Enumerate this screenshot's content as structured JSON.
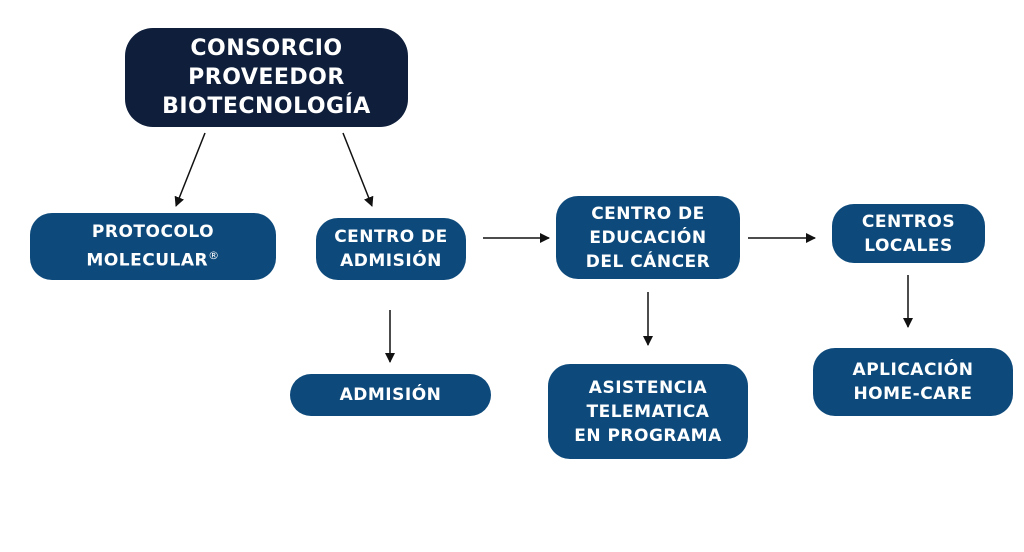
{
  "nodes": {
    "root": "CONSORCIO\nPROVEEDOR\nBIOTECNOLOGÍA",
    "protocolo": "PROTOCOLO\nMOLECULAR",
    "protocolo_mark": "®",
    "centro_admision": "CENTRO DE\nADMISIÓN",
    "admision": "ADMISIÓN",
    "centro_educacion": "CENTRO DE\nEDUCACIÓN\nDEL CÁNCER",
    "asistencia": "ASISTENCIA\nTELEMATICA\nEN PROGRAMA",
    "centros_locales": "CENTROS\nLOCALES",
    "aplicacion": "APLICACIÓN\nHOME-CARE"
  },
  "colors": {
    "root": "#0f1f3b",
    "node": "#0d4a7b",
    "arrow": "#111111"
  }
}
